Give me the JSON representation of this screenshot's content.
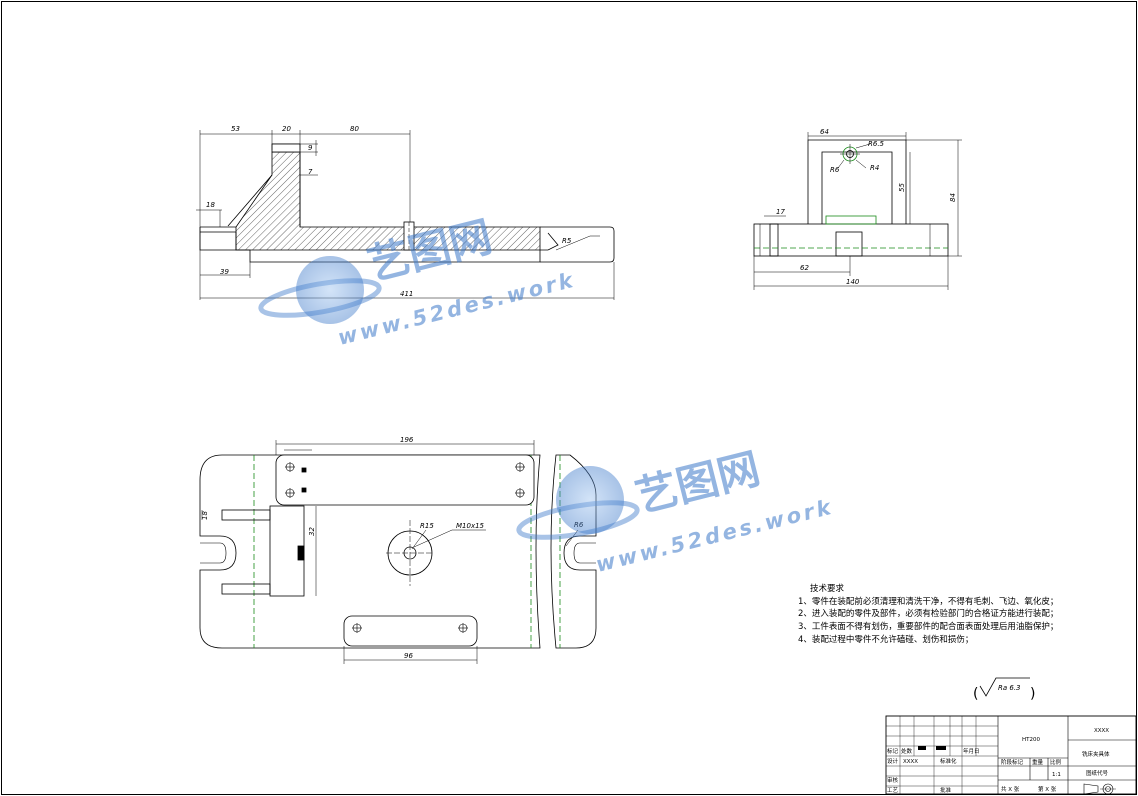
{
  "front_view": {
    "dims": [
      "53",
      "20",
      "80",
      "9",
      "7",
      "18",
      "R5",
      "39",
      "411"
    ]
  },
  "side_view": {
    "dims": [
      "64",
      "R6.5",
      "R6",
      "R4",
      "55",
      "84",
      "17",
      "62",
      "140"
    ]
  },
  "top_view": {
    "dims": [
      "196",
      "R15",
      "M10x15",
      "R6",
      "18",
      "32",
      "96"
    ]
  },
  "watermark": {
    "cn": "艺图网",
    "url": "www.52des.work"
  },
  "technical_requirements": {
    "title": "技术要求",
    "items": [
      "1、零件在装配前必须清理和清洗干净，不得有毛刺、飞边、氧化皮；",
      "2、进入装配的零件及部件，必须有检验部门的合格证方能进行装配；",
      "3、工件表面不得有划伤，重要部件的配合面表面处理后用油脂保护；",
      "4、装配过程中零件不允许磕碰、划伤和损伤；"
    ]
  },
  "surface_roughness": {
    "value": "Ra 6.3"
  },
  "title_block": {
    "material": "HT200",
    "code": "XXXX",
    "part_name": "铣床夹具体",
    "scale": "1:1",
    "drawing_no": "图纸代号",
    "labels": {
      "mark": "标记",
      "count": "处数",
      "design": "设计",
      "designer": "XXXX",
      "standardize": "标准化",
      "stage": "阶段标记",
      "weight": "重量",
      "ratio": "比例",
      "review": "审核",
      "process": "工艺",
      "approve": "批准",
      "total": "共 X 张",
      "sheet": "第 X 张",
      "date": "年月日"
    }
  }
}
